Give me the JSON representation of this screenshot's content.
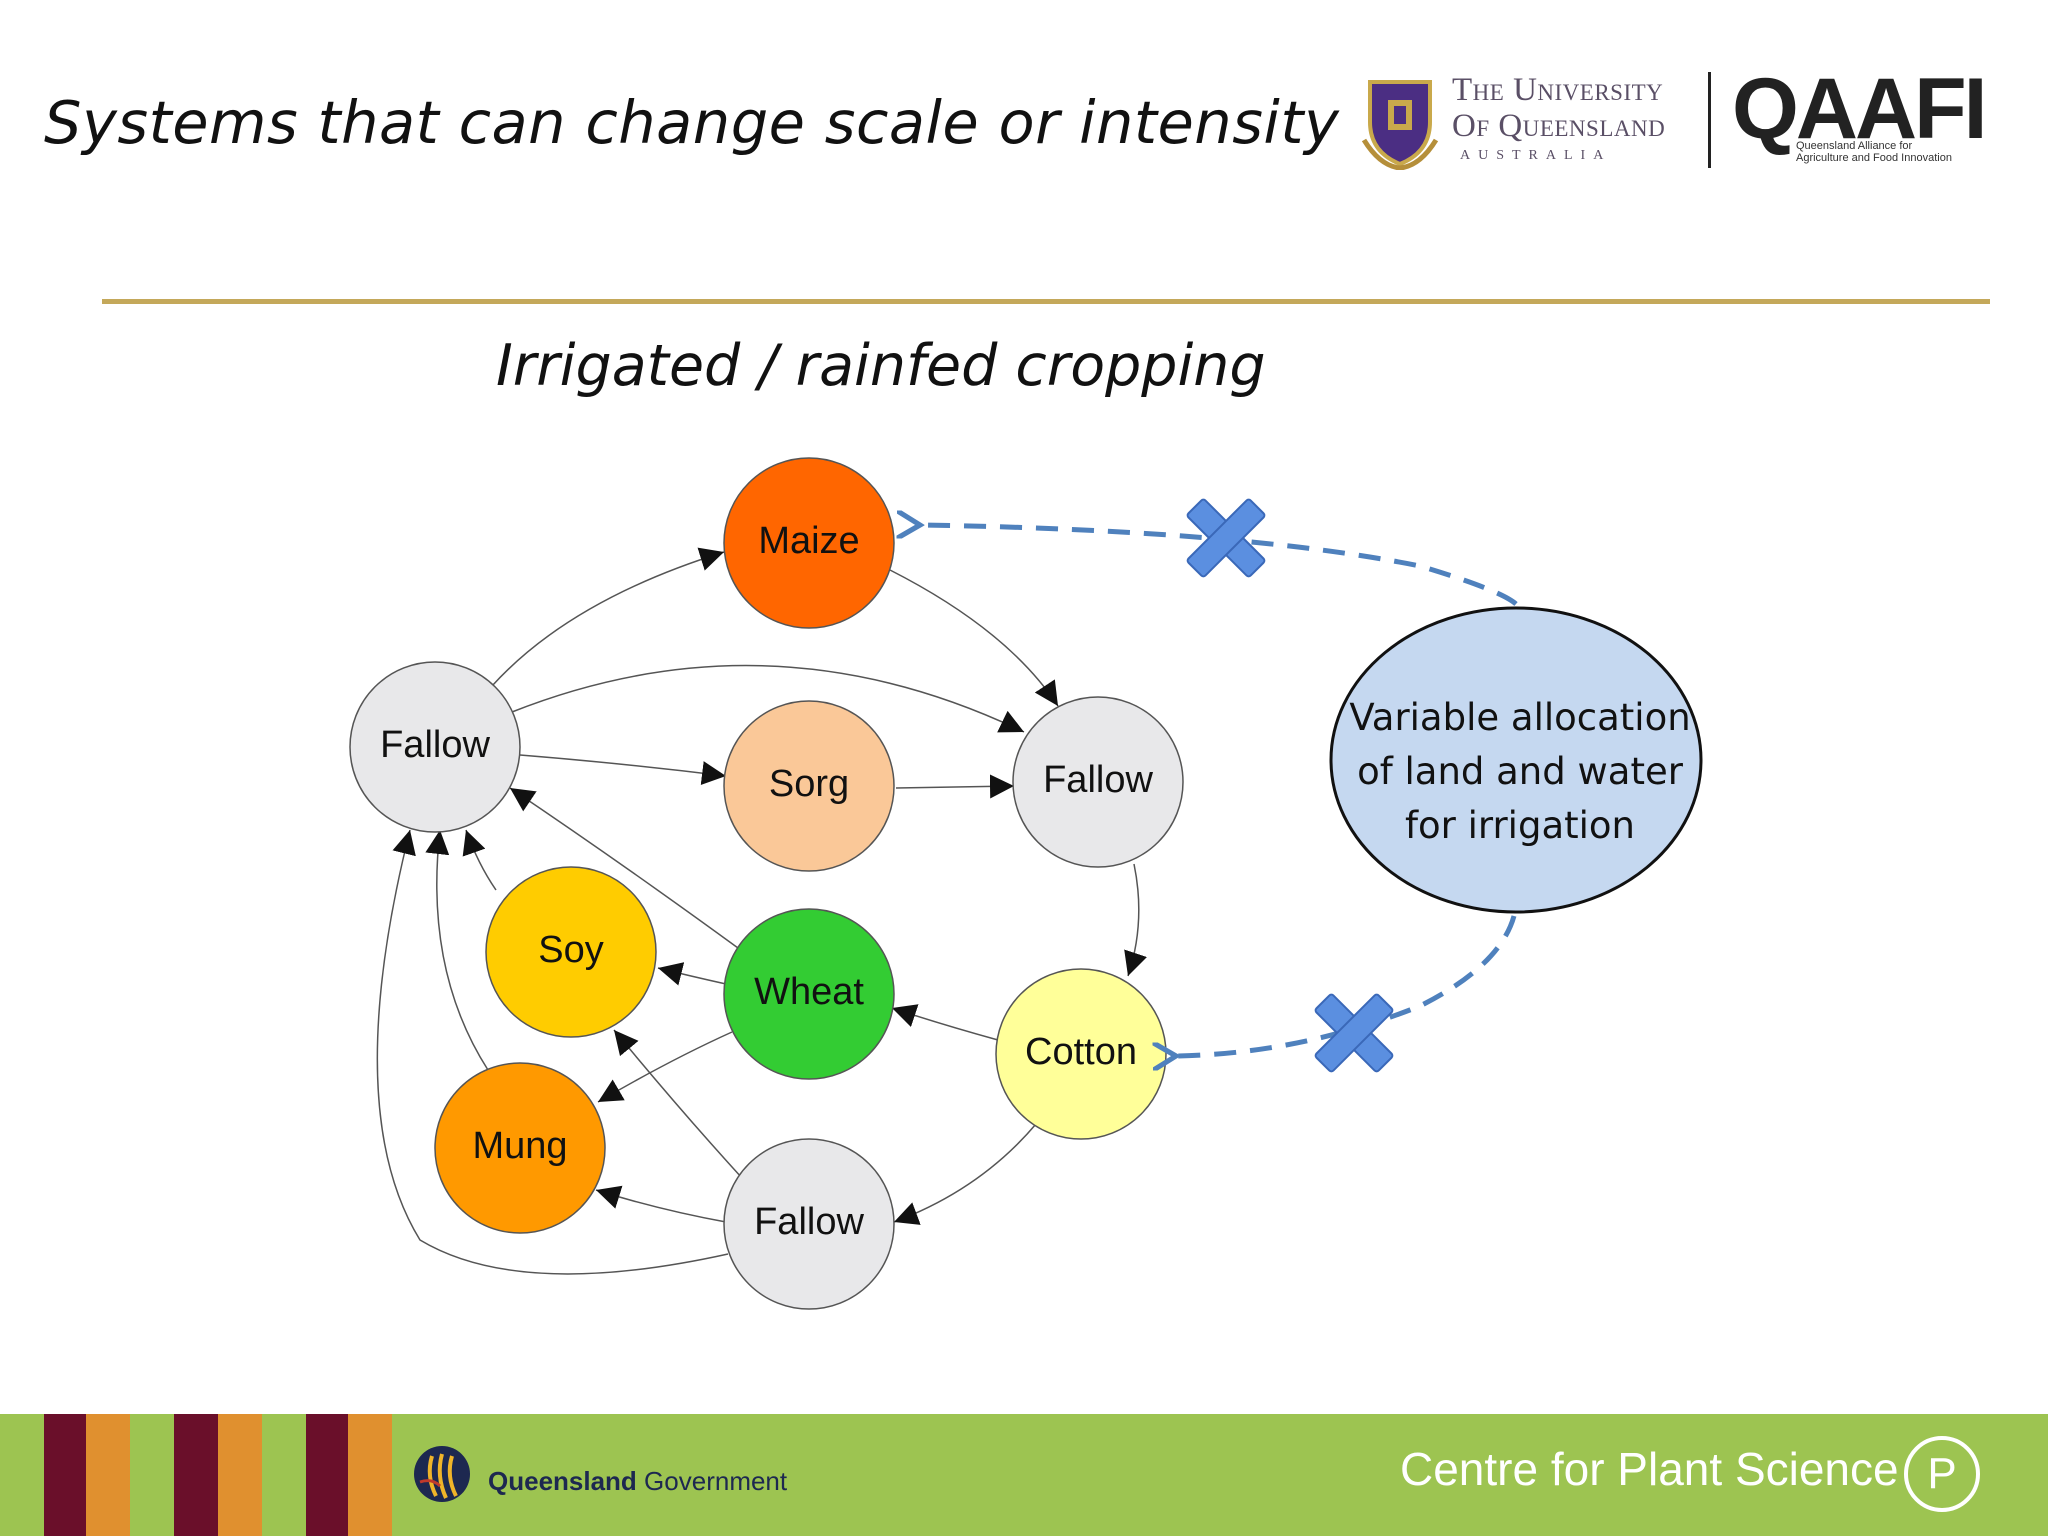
{
  "slide": {
    "title": "Systems that can change scale or intensity",
    "subtitle": "Irrigated / rainfed cropping"
  },
  "logos": {
    "uq_line1": "The University",
    "uq_line2": "Of Queensland",
    "uq_line3": "AUSTRALIA",
    "qaafi": "QAAFI",
    "qaafi_sub1": "Queensland Alliance for",
    "qaafi_sub2": "Agriculture and Food Innovation",
    "qg_bold": "Queensland",
    "qg_rest": " Government",
    "cps": "Centre for Plant Science",
    "cps_letter": "P"
  },
  "diagram": {
    "nodes": [
      {
        "id": "maize",
        "label": "Maize",
        "color": "#ff6600"
      },
      {
        "id": "fallow_left",
        "label": "Fallow",
        "color": "#e8e8ea"
      },
      {
        "id": "sorg",
        "label": "Sorg",
        "color": "#fac898"
      },
      {
        "id": "fallow_right",
        "label": "Fallow",
        "color": "#e8e8ea"
      },
      {
        "id": "soy",
        "label": "Soy",
        "color": "#ffcc00"
      },
      {
        "id": "wheat",
        "label": "Wheat",
        "color": "#33cc33"
      },
      {
        "id": "cotton",
        "label": "Cotton",
        "color": "#ffff99"
      },
      {
        "id": "mung",
        "label": "Mung",
        "color": "#ff9900"
      },
      {
        "id": "fallow_bottom",
        "label": "Fallow",
        "color": "#e8e8ea"
      }
    ],
    "edges": [
      [
        "fallow_left",
        "maize"
      ],
      [
        "fallow_left",
        "sorg"
      ],
      [
        "fallow_left",
        "fallow_right"
      ],
      [
        "maize",
        "fallow_right"
      ],
      [
        "sorg",
        "fallow_right"
      ],
      [
        "fallow_right",
        "cotton"
      ],
      [
        "cotton",
        "wheat"
      ],
      [
        "cotton",
        "fallow_bottom"
      ],
      [
        "wheat",
        "soy"
      ],
      [
        "wheat",
        "mung"
      ],
      [
        "wheat",
        "fallow_left"
      ],
      [
        "soy",
        "fallow_left"
      ],
      [
        "mung",
        "fallow_left"
      ],
      [
        "fallow_bottom",
        "fallow_left"
      ],
      [
        "fallow_bottom",
        "mung"
      ],
      [
        "fallow_bottom",
        "soy"
      ]
    ],
    "allocation": {
      "line1": "Variable allocation",
      "line2": "of land and water",
      "line3": "for irrigation",
      "fill": "#c5d8f0",
      "link_color": "#4f81bd",
      "cross_color": "#5b8fe0"
    }
  },
  "colors": {
    "rule": "#c4a85a",
    "footer": "#9dc451",
    "maroon": "#6a0f2a",
    "orange": "#e0902f"
  }
}
